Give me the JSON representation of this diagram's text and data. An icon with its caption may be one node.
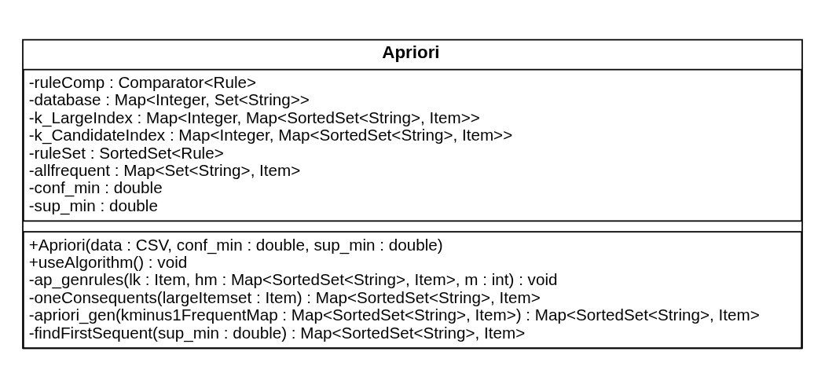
{
  "diagram": {
    "nodes": [
      {
        "text": [
          "Apriori"
        ]
      },
      {
        "text": [
          "-ruleComp : Comparator<Rule>",
          "-database : Map<Integer, Set<String>>",
          "-k_LargeIndex : Map<Integer, Map<SortedSet<String>, Item>>",
          "-k_CandidateIndex : Map<Integer, Map<SortedSet<String>, Item>>",
          "-ruleSet : SortedSet<Rule>",
          "-allfrequent : Map<Set<String>, Item>",
          "-conf_min : double",
          "-sup_min : double"
        ],
        "in": 0
      },
      {
        "text": [
          "+Apriori(data : CSV, conf_min : double, sup_min : double)",
          "+useAlgorithm() : void",
          "-ap_genrules(lk : Item, hm : Map<SortedSet<String>, Item>, m : int) : void",
          "-oneConsequents(largeItemset : Item) : Map<SortedSet<String>, Item>",
          "-apriori_gen(kminus1FrequentMap : Map<SortedSet<String>, Item>) : Map<SortedSet<String>, Item>",
          "-findFirstSequent(sup_min : double) : Map<SortedSet<String>, Item>"
        ],
        "in": 0
      }
    ]
  }
}
